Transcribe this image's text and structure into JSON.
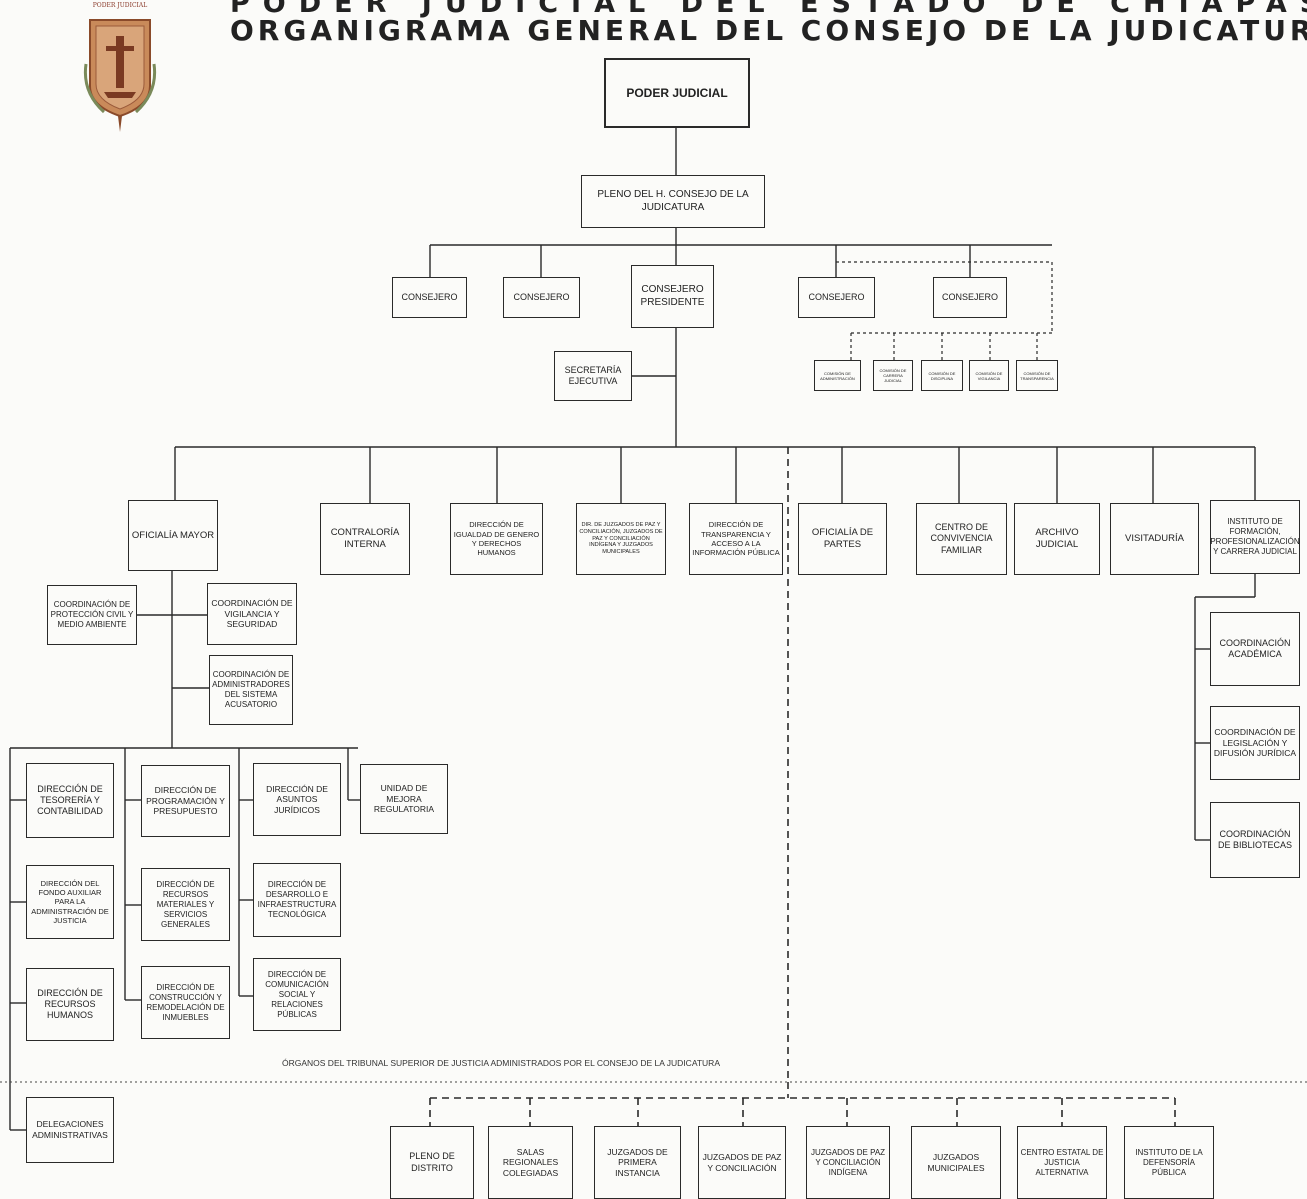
{
  "header": {
    "line1": "PODER JUDICIAL DEL ESTADO DE CHIAPAS",
    "line2": "ORGANIGRAMA GENERAL DEL CONSEJO DE LA JUDICATURA"
  },
  "seal": {
    "text": "PODER JUDICIAL",
    "color": "#b06a3a"
  },
  "colors": {
    "line": "#2a2a2a",
    "box_border": "#2a2a2a",
    "seal": "#b06a3a"
  },
  "nodes": {
    "poder_judicial": "PODER JUDICIAL",
    "pleno": "PLENO DEL H. CONSEJO DE LA JUDICATURA",
    "consejero_1": "CONSEJERO",
    "consejero_2": "CONSEJERO",
    "consejero_presidente": "CONSEJERO PRESIDENTE",
    "consejero_3": "CONSEJERO",
    "consejero_4": "CONSEJERO",
    "secretaria_ejecutiva": "SECRETARÍA EJECUTIVA",
    "comisiones": [
      "COMISIÓN DE ADMINISTRACIÓN",
      "COMISIÓN DE CARRERA JUDICIAL",
      "COMISIÓN DE DISCIPLINA",
      "COMISIÓN DE VIGILANCIA",
      "COMISIÓN DE TRANSPARENCIA"
    ],
    "oficialia_mayor": "OFICIALÍA MAYOR",
    "contraloria": "CONTRALORÍA INTERNA",
    "igualdad": "DIRECCIÓN DE IGUALDAD DE GENERO Y DERECHOS HUMANOS",
    "dir_juzgados": "DIR. DE JUZGADOS DE PAZ Y CONCILIACIÓN, JUZGADOS DE PAZ Y CONCILIACIÓN INDÍGENA Y JUZGADOS MUNICIPALES",
    "transparencia": "DIRECCIÓN DE TRANSPARENCIA Y ACCESO A LA INFORMACIÓN PÚBLICA",
    "oficialia_partes": "OFICIALÍA DE PARTES",
    "convivencia": "CENTRO DE CONVIVENCIA FAMILIAR",
    "archivo": "ARCHIVO JUDICIAL",
    "visitaduria": "VISITADURÍA",
    "instituto": "INSTITUTO DE FORMACIÓN, PROFESIONALIZACIÓN Y CARRERA JUDICIAL",
    "coord_academica": "COORDINACIÓN ACADÉMICA",
    "coord_legislacion": "COORDINACIÓN DE LEGISLACIÓN Y DIFUSIÓN JURÍDICA",
    "coord_bibliotecas": "COORDINACIÓN DE BIBLIOTECAS",
    "coord_proteccion": "COORDINACIÓN DE PROTECCIÓN CIVIL Y MEDIO AMBIENTE",
    "coord_vigilancia": "COORDINACIÓN DE VIGILANCIA Y SEGURIDAD",
    "coord_administradores": "COORDINACIÓN DE ADMINISTRADORES DEL SISTEMA ACUSATORIO",
    "tesoreria": "DIRECCIÓN DE TESORERÍA Y CONTABILIDAD",
    "fondo_auxiliar": "DIRECCIÓN DEL FONDO AUXILIAR PARA LA ADMINISTRACIÓN DE JUSTICIA",
    "recursos_humanos": "DIRECCIÓN DE RECURSOS HUMANOS",
    "programacion": "DIRECCIÓN DE PROGRAMACIÓN Y PRESUPUESTO",
    "recursos_materiales": "DIRECCIÓN DE RECURSOS MATERIALES Y SERVICIOS GENERALES",
    "construccion": "DIRECCIÓN DE CONSTRUCCIÓN Y REMODELACIÓN DE INMUEBLES",
    "asuntos_juridicos": "DIRECCIÓN DE ASUNTOS JURÍDICOS",
    "desarrollo": "DIRECCIÓN DE DESARROLLO E INFRAESTRUCTURA TECNOLÓGICA",
    "comunicacion": "DIRECCIÓN DE COMUNICACIÓN SOCIAL Y RELACIONES PÚBLICAS",
    "mejora_regulatoria": "UNIDAD DE MEJORA REGULATORIA",
    "delegaciones": "DELEGACIONES ADMINISTRATIVAS",
    "organos_note": "ÓRGANOS DEL TRIBUNAL SUPERIOR DE JUSTICIA ADMINISTRADOS POR EL CONSEJO DE LA JUDICATURA",
    "pleno_distrito": "PLENO DE DISTRITO",
    "salas_regionales": "SALAS REGIONALES COLEGIADAS",
    "primera_instancia": "JUZGADOS DE PRIMERA INSTANCIA",
    "paz_conciliacion": "JUZGADOS DE PAZ Y CONCILIACIÓN",
    "paz_indigena": "JUZGADOS DE PAZ Y CONCILIACIÓN INDÍGENA",
    "municipales": "JUZGADOS MUNICIPALES",
    "justicia_alternativa": "CENTRO ESTATAL DE JUSTICIA ALTERNATIVA",
    "defensoria": "INSTITUTO DE LA DEFENSORÍA PÚBLICA"
  }
}
